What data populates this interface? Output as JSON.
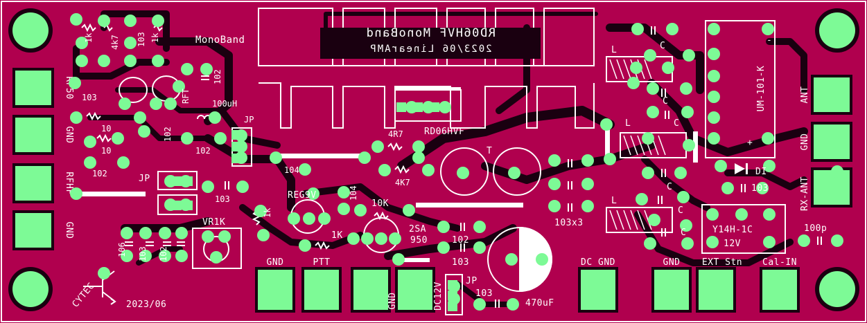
{
  "board": {
    "title": "MonoBand",
    "mirror_title": "RD06HVF MonoBand",
    "mirror_subtitle": "2023/06  LinearAMP",
    "brand": "CYTEC",
    "date": "2023/06",
    "colors": {
      "board": "#b0004e",
      "pad": "#7dfa96",
      "silk": "#ffffff",
      "trace": "#1a0010"
    }
  },
  "left_connectors": [
    "RF50",
    "GND",
    "RFHF",
    "GND"
  ],
  "right_connectors": [
    "ANT",
    "GND",
    "RX-ANT"
  ],
  "bottom_connectors": [
    "GND",
    "PTT",
    "GND",
    "DC GND",
    "GND",
    "EXT Stn",
    "Cal-IN"
  ],
  "labels": {
    "r_1k_a": "1k",
    "r_4k7": "4k7",
    "c_103_a": "103",
    "r_1k_b": "1k",
    "c_103_b": "103",
    "rft": "RFT",
    "c_102_a": "102",
    "ind_100uh": "100uH",
    "jp1": "JP",
    "r_10_a": "10",
    "r_10_b": "10",
    "c_102_b": "102",
    "c_102_c": "102",
    "c_102_d": "102",
    "c_104_a": "104",
    "reg": "REG9V",
    "c_104_b": "104",
    "jp2": "JP",
    "c_103_c": "103",
    "r_1k_c": "1k",
    "vr": "VR1K",
    "c_106": "106",
    "c_103_d": "103",
    "c_102_e": "102",
    "r_4r7": "4R7",
    "r_4k7_b": "4K7",
    "fet": "RD06HVF",
    "tr": "T",
    "r_10k": "10K",
    "r_1k_d": "1K",
    "tr2": "2SA",
    "tr2b": "950",
    "c_102_f": "102",
    "c_103_e": "103",
    "jp3": "JP",
    "dc12v": "DC12V",
    "c_103_f": "103",
    "cap_470": "470uF",
    "c_103x3": "103x3",
    "coil_l1": "L",
    "coil_l2": "L",
    "coil_l3": "L",
    "cap_c1": "C",
    "cap_c2": "C",
    "cap_c3": "C",
    "cap_c4": "C",
    "cap_c5": "C",
    "cap_c6": "C",
    "ant_mod": "UM-101-K",
    "minus": "-",
    "plus": "+",
    "diode": "DI",
    "c_103_g": "103",
    "relay": "Y14H-1C",
    "relay_v": "12V",
    "c_100p": "100p"
  }
}
